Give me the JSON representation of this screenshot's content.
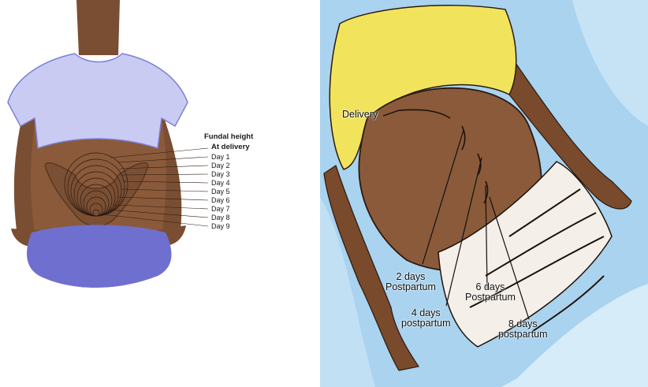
{
  "left_figure": {
    "title": "Fundal height",
    "at_delivery": "At delivery",
    "days": [
      "Day 1",
      "Day 2",
      "Day 3",
      "Day 4",
      "Day 5",
      "Day 6",
      "Day 7",
      "Day 8",
      "Day 9"
    ]
  },
  "right_figure": {
    "delivery": "Delivery",
    "two_days": [
      "2 days",
      "Postpartum"
    ],
    "four_days": [
      "4 days",
      "postpartum"
    ],
    "six_days": [
      "6 days",
      "Postpartum"
    ],
    "eight_days": [
      "8 days",
      "postpartum"
    ]
  },
  "colors": {
    "skin": "#8a5a3a",
    "shirt_left": "#c9cbf2",
    "cloth_left": "#6f6fd0",
    "shirt_right": "#f2e35c",
    "sheet_right": "#a9d3ef"
  }
}
